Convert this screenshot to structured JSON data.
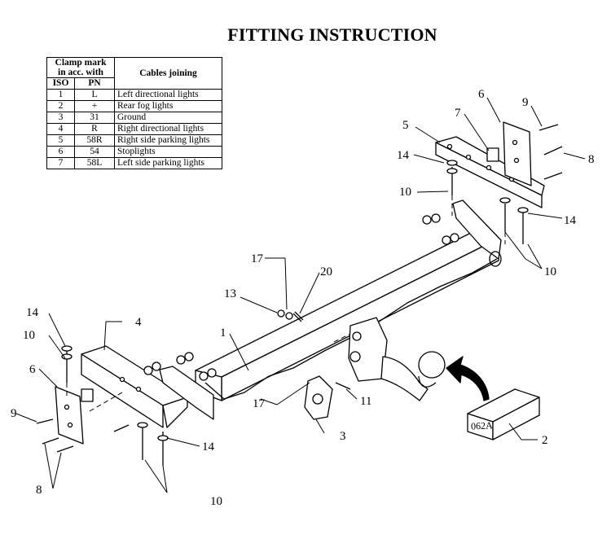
{
  "title": "FITTING INSTRUCTION",
  "table": {
    "header_clamp": "Clamp mark",
    "header_clamp2": "in acc. with",
    "header_iso": "ISO",
    "header_pn": "PN",
    "header_cables": "Cables joining",
    "rows": [
      {
        "iso": "1",
        "pn": "L",
        "cable": "Left directional lights"
      },
      {
        "iso": "2",
        "pn": "+",
        "cable": "Rear fog lights"
      },
      {
        "iso": "3",
        "pn": "31",
        "cable": "Ground"
      },
      {
        "iso": "4",
        "pn": "R",
        "cable": "Right directional lights"
      },
      {
        "iso": "5",
        "pn": "58R",
        "cable": "Right side parking lights"
      },
      {
        "iso": "6",
        "pn": "54",
        "cable": "Stoplights"
      },
      {
        "iso": "7",
        "pn": "58L",
        "cable": "Left side parking lights"
      }
    ]
  },
  "labels": {
    "n1": "1",
    "n2": "2",
    "n3": "3",
    "n4": "4",
    "n5": "5",
    "n6a": "6",
    "n6b": "6",
    "n7": "7",
    "n8a": "8",
    "n8b": "8",
    "n9a": "9",
    "n9b": "9",
    "n10a": "10",
    "n10b": "10",
    "n10c": "10",
    "n10d": "10",
    "n11": "11",
    "n13": "13",
    "n14a": "14",
    "n14b": "14",
    "n14c": "14",
    "n14d": "14",
    "n17a": "17",
    "n17b": "17",
    "n20": "20"
  },
  "box_label": "062A"
}
